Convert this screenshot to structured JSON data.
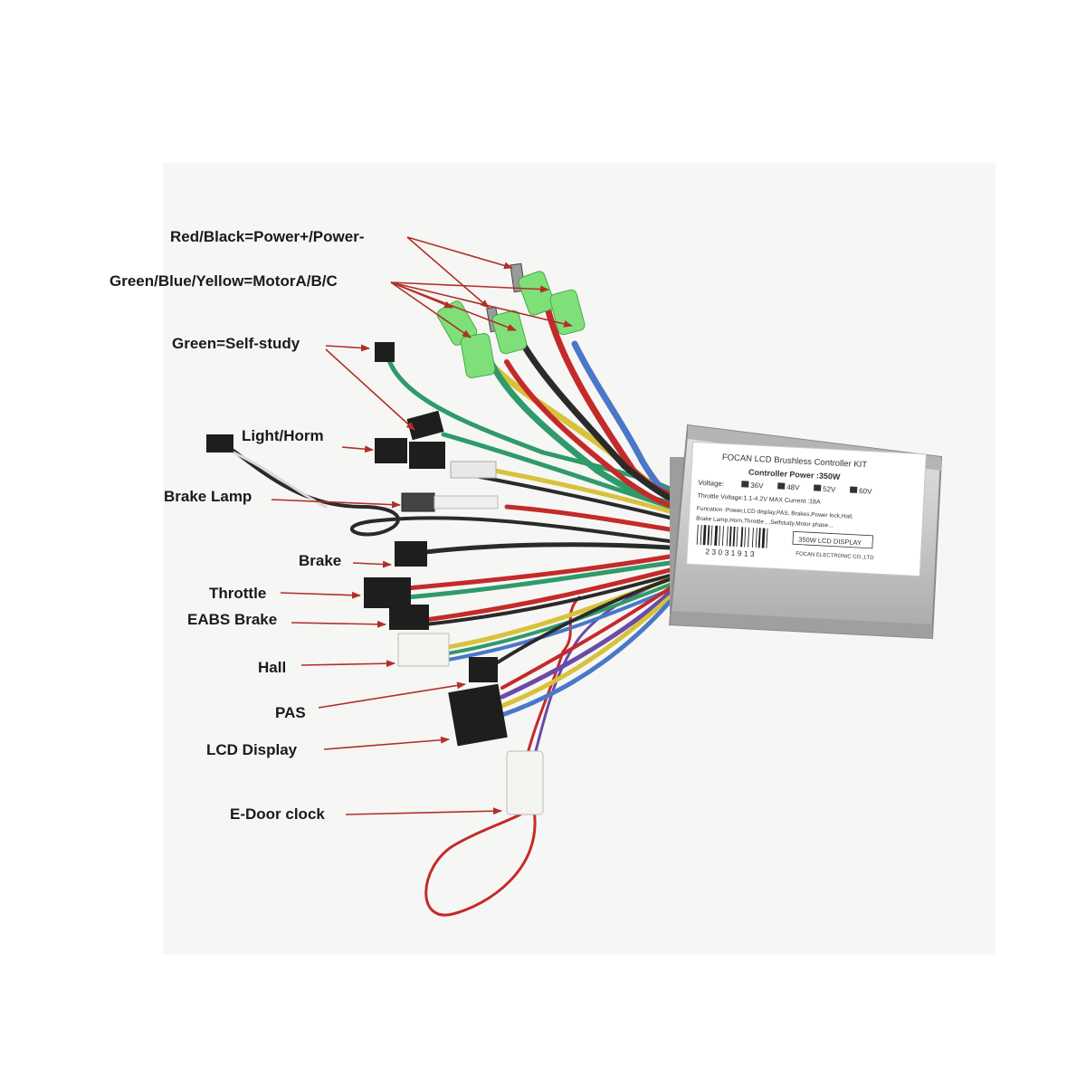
{
  "callouts": [
    {
      "id": "power",
      "label": "Red/Black=Power+/Power-"
    },
    {
      "id": "motor",
      "label": "Green/Blue/Yellow=MotorA/B/C"
    },
    {
      "id": "selfstudy",
      "label": "Green=Self-study"
    },
    {
      "id": "light",
      "label": "Light/Horm"
    },
    {
      "id": "brakelamp",
      "label": "Brake Lamp"
    },
    {
      "id": "brake",
      "label": "Brake"
    },
    {
      "id": "throttle",
      "label": "Throttle"
    },
    {
      "id": "eabs",
      "label": "EABS Brake"
    },
    {
      "id": "hall",
      "label": "Hall"
    },
    {
      "id": "pas",
      "label": "PAS"
    },
    {
      "id": "lcd",
      "label": "LCD Display"
    },
    {
      "id": "edoor",
      "label": "E-Door clock"
    }
  ],
  "controller_label": {
    "title": "FOCAN LCD Brushless Controller KIT",
    "power": "Controller Power :350W",
    "voltage_prefix": "Voltage:",
    "voltages": [
      "36V",
      "48V",
      "52V",
      "60V"
    ],
    "throttle": "Throttle Voltage:1.1-4.2V MAX Current :18A",
    "function_1": "Funcation :Power,LCD display,PAS, Brakes,Power lock,Hall,",
    "function_2": "Brake Lamp,Horn,Throttle , ,Selfstudy,Motor phase...",
    "serial": "2 3 0 3 1 9 1 3",
    "display_box": "350W LCD DISPLAY",
    "maker": "FOCAN ELECTRONIC CO.,LTD"
  },
  "colors": {
    "arrow": "#b03028",
    "label_text": "#1a1a1a",
    "wire_red": "#c42a2a",
    "wire_black": "#2a2a2a",
    "wire_green": "#2f9a6a",
    "wire_blue": "#4a78c8",
    "wire_yellow": "#d8c23a",
    "wire_purple": "#6a4aa8",
    "wire_white": "#d8d8d8",
    "connector_green": "#7fe07a",
    "housing": "#cfcfcf"
  }
}
